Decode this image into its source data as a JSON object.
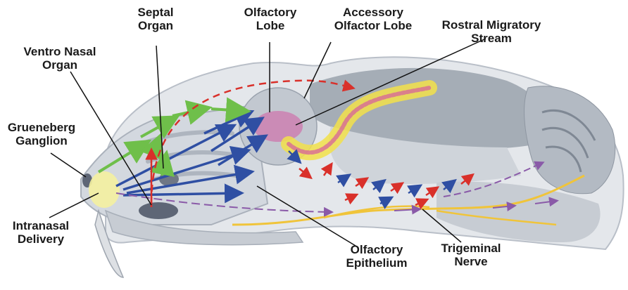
{
  "labels": {
    "septal_organ": [
      "Septal",
      "Organ"
    ],
    "olfactory_lobe": [
      "Olfactory",
      "Lobe"
    ],
    "accessory_olfactor_lobe": [
      "Accessory",
      "Olfactor Lobe"
    ],
    "rostral_migratory_stream": [
      "Rostral Migratory",
      "Stream"
    ],
    "ventro_nasal_organ": [
      "Ventro Nasal",
      "Organ"
    ],
    "grueneberg_ganglion": [
      "Grueneberg",
      "Ganglion"
    ],
    "intranasal_delivery": [
      "Intranasal",
      "Delivery"
    ],
    "olfactory_epithelium": [
      "Olfactory",
      "Epithelium"
    ],
    "trigeminal_nerve": [
      "Trigeminal",
      "Nerve"
    ]
  },
  "colors": {
    "skull_outline": "#c9ced6",
    "brain_tissue": "#cfd4da",
    "brain_dark": "#9aa2ad",
    "green_arrows": "#6fbf4a",
    "blue_arrows": "#2f4fa3",
    "red_arrows": "#d9302a",
    "purple_arrows": "#8a5aa8",
    "yellow_nerve": "#f0c43a",
    "magenta_cloud": "#d45aa0",
    "leader_lines": "#111111"
  }
}
